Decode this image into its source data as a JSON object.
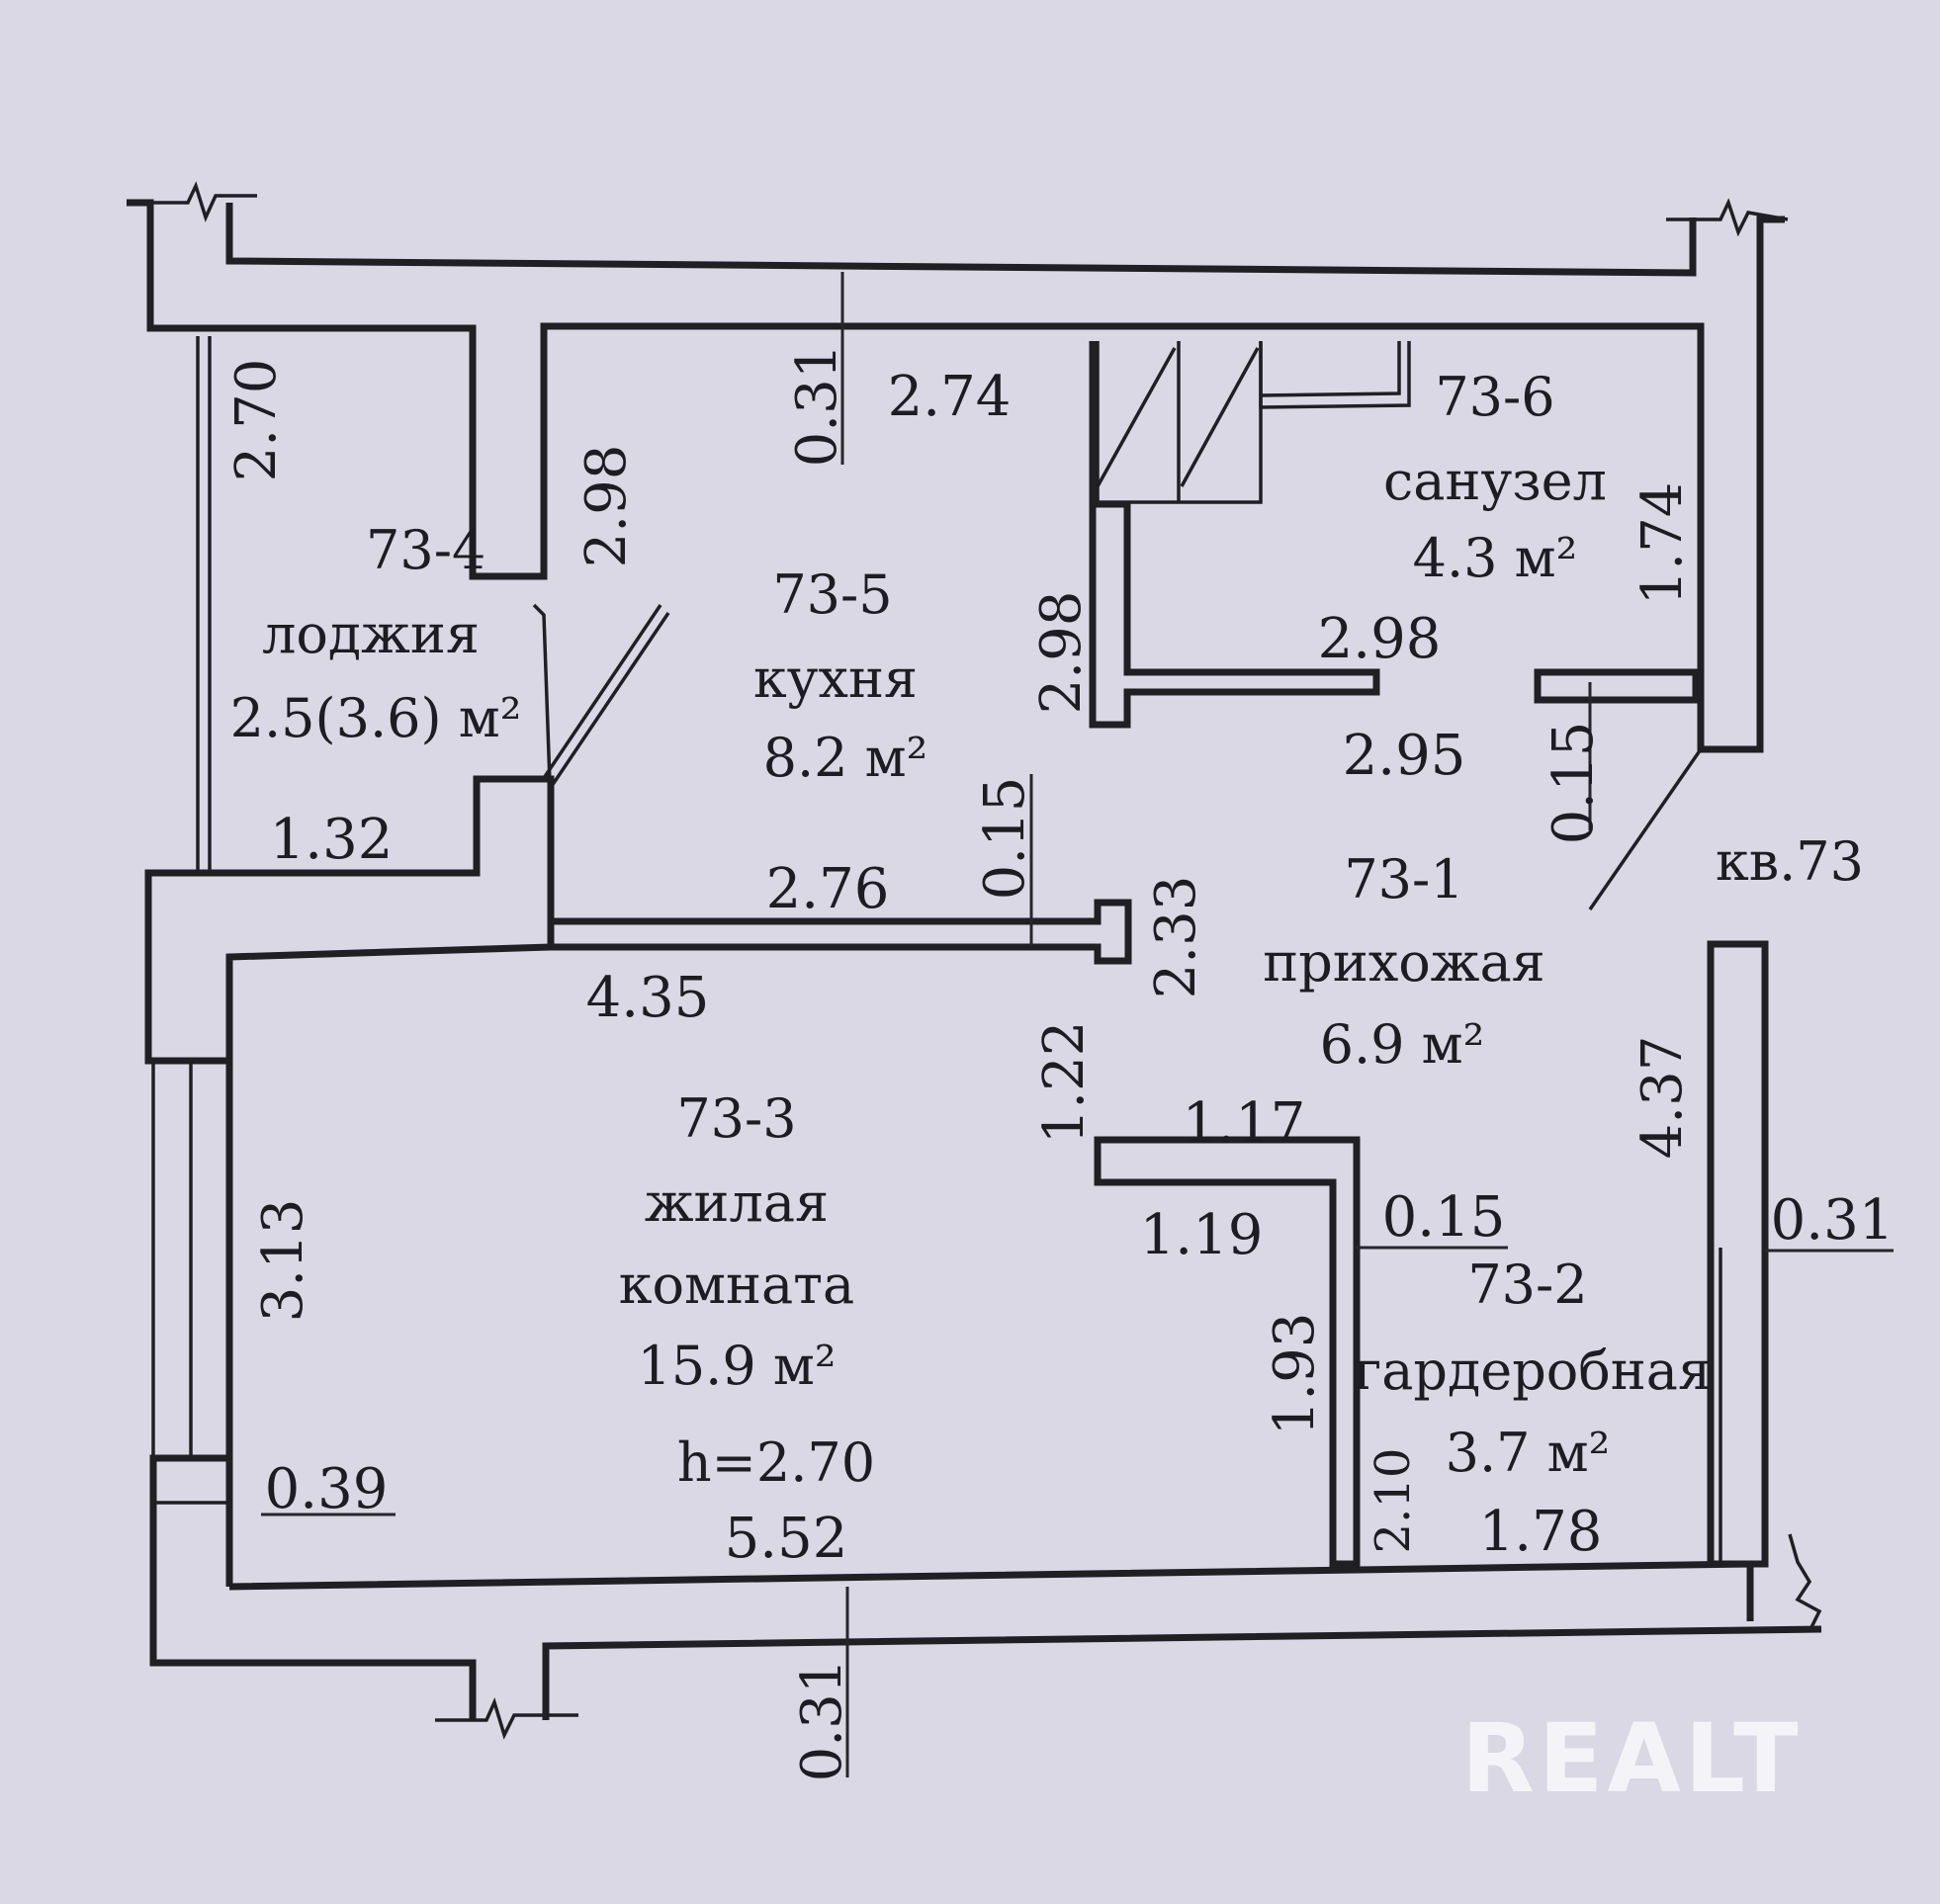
{
  "rooms": {
    "loggia": {
      "id": "73-4",
      "name": "лоджия",
      "area": "2.5(3.6) м²"
    },
    "kitchen": {
      "id": "73-5",
      "name": "кухня",
      "area": "8.2 м²"
    },
    "bathroom": {
      "id": "73-6",
      "name": "санузел",
      "area": "4.3 м²"
    },
    "hall": {
      "id": "73-1",
      "name": "прихожая",
      "area": "6.9 м²"
    },
    "living": {
      "id": "73-3",
      "name_line1": "жилая",
      "name_line2": "комната",
      "area": "15.9 м²",
      "height": "h=2.70"
    },
    "wardrobe": {
      "id": "73-2",
      "name": "гардеробная",
      "area": "3.7 м²"
    }
  },
  "apartment": "кв.73",
  "dims": {
    "d_031_top": "0.31",
    "d_274": "2.74",
    "d_270": "2.70",
    "d_298_loggia": "2.98",
    "d_298_bath_v": "2.98",
    "d_298_bath_h": "2.98",
    "d_174": "1.74",
    "d_295": "2.95",
    "d_015_bath": "0.15",
    "d_132": "1.32",
    "d_276": "2.76",
    "d_015_kitchen": "0.15",
    "d_233": "2.33",
    "d_435": "4.35",
    "d_122": "1.22",
    "d_117": "1.17",
    "d_119": "1.19",
    "d_015_ward": "0.15",
    "d_437": "4.37",
    "d_031_right": "0.31",
    "d_313": "3.13",
    "d_193": "1.93",
    "d_210": "2.10",
    "d_178": "1.78",
    "d_039": "0.39",
    "d_552": "5.52",
    "d_031_bottom": "0.31"
  },
  "watermark": "REALT",
  "colors": {
    "paper": "#d9d8e4",
    "ink": "#1f1f24",
    "watermark": "#f4f4f8"
  }
}
